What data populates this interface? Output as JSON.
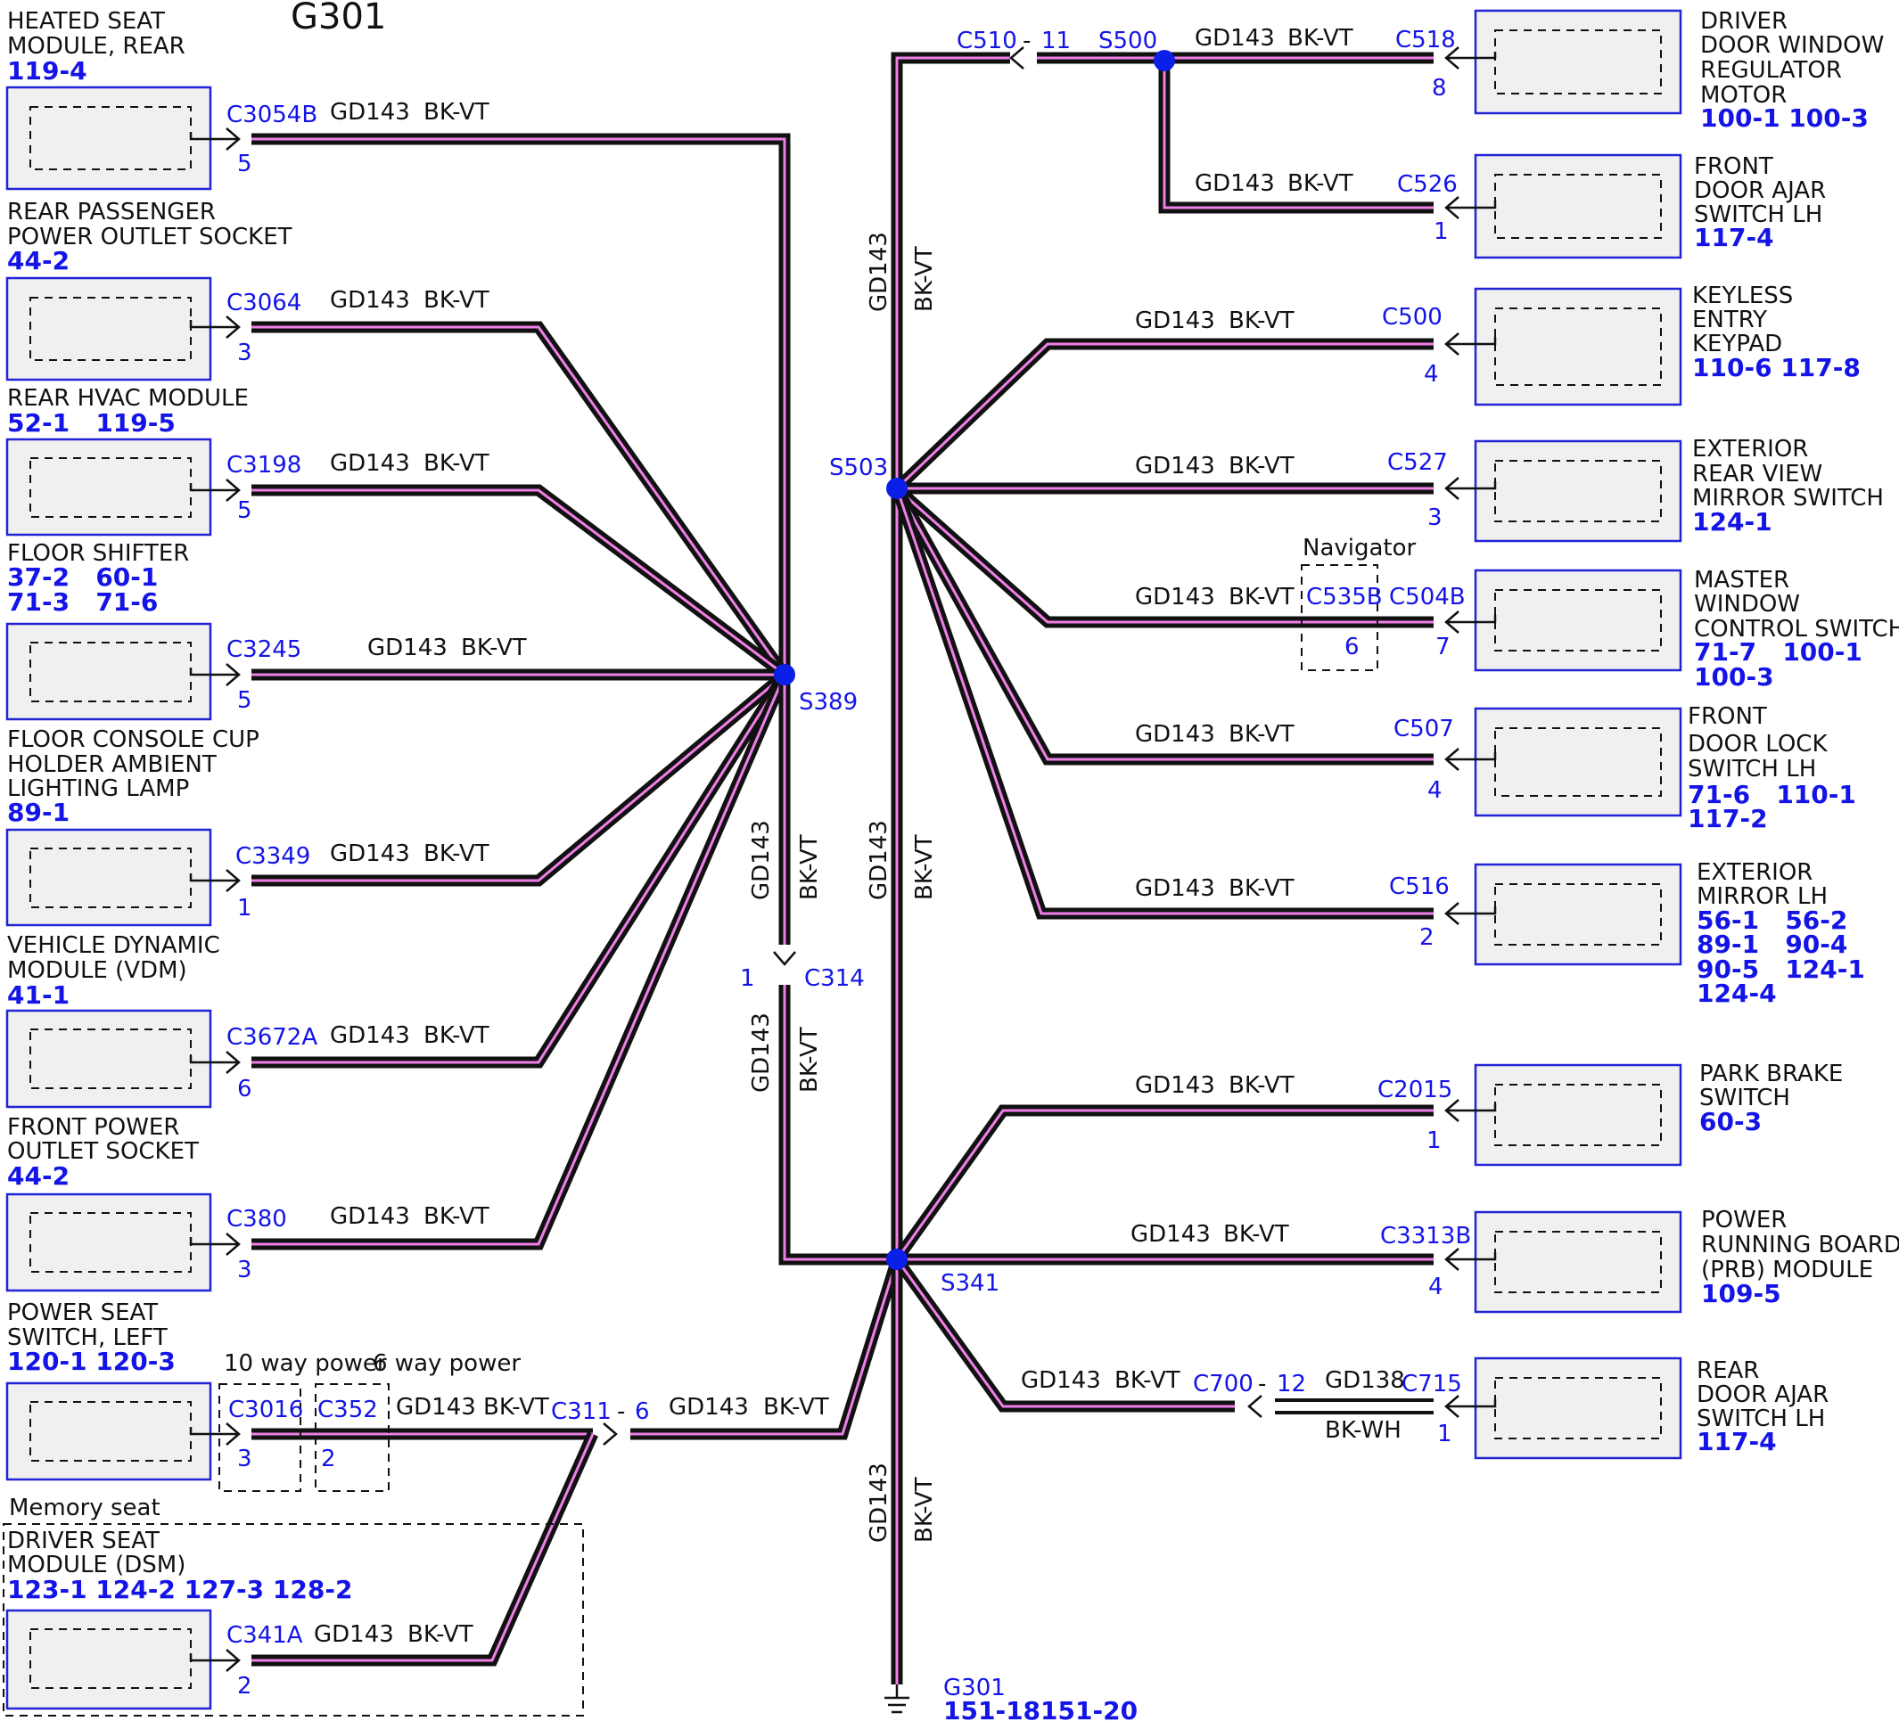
{
  "title": "G301",
  "components": [
    {
      "name": [
        "HEATED SEAT",
        "MODULE, REAR"
      ],
      "refs": "119-4",
      "connector": "C3054B",
      "pin": "5",
      "wire": "GD143",
      "color": "BK-VT"
    },
    {
      "name": [
        "REAR PASSENGER",
        "POWER OUTLET SOCKET"
      ],
      "refs": "44-2",
      "connector": "C3064",
      "pin": "3",
      "wire": "GD143",
      "color": "BK-VT"
    },
    {
      "name": [
        "REAR HVAC MODULE"
      ],
      "refs": "52-1   119-5",
      "connector": "C3198",
      "pin": "5",
      "wire": "GD143",
      "color": "BK-VT"
    },
    {
      "name": [
        "FLOOR SHIFTER"
      ],
      "refs": "37-2   60-1",
      "refs2": "71-3   71-6",
      "connector": "C3245",
      "pin": "5",
      "wire": "GD143",
      "color": "BK-VT"
    },
    {
      "name": [
        "FLOOR CONSOLE CUP",
        "HOLDER AMBIENT",
        "LIGHTING LAMP"
      ],
      "refs": "89-1",
      "connector": "C3349",
      "pin": "1",
      "wire": "GD143",
      "color": "BK-VT"
    },
    {
      "name": [
        "VEHICLE DYNAMIC",
        "MODULE (VDM)"
      ],
      "refs": "41-1",
      "connector": "C3672A",
      "pin": "6",
      "wire": "GD143",
      "color": "BK-VT"
    },
    {
      "name": [
        "FRONT POWER",
        "OUTLET SOCKET"
      ],
      "refs": "44-2",
      "connector": "C380",
      "pin": "3",
      "wire": "GD143",
      "color": "BK-VT"
    },
    {
      "name": [
        "POWER SEAT",
        "SWITCH, LEFT"
      ],
      "refs": "120-1 120-3",
      "connector": "C3016",
      "pin": "3",
      "connector_b": "C352",
      "pin_b": "2",
      "option_a": "10 way power",
      "option_b": "6 way power",
      "wire": "GD143 BK-VT",
      "inline": "C311",
      "inline_pin": "6",
      "wire2": "GD143",
      "color2": "BK-VT"
    },
    {
      "group": "Memory seat",
      "name": [
        "DRIVER SEAT",
        "MODULE (DSM)"
      ],
      "refs": "123-1 124-2 127-3 128-2",
      "connector": "C341A",
      "pin": "2",
      "wire": "GD143",
      "color": "BK-VT"
    },
    {
      "name": [
        "DRIVER",
        "DOOR WINDOW",
        "REGULATOR",
        "MOTOR"
      ],
      "refs": "100-1 100-3",
      "connector": "C518",
      "pin": "8",
      "wire": "GD143",
      "color": "BK-VT"
    },
    {
      "name": [
        "FRONT",
        "DOOR AJAR",
        "SWITCH LH"
      ],
      "refs": "117-4",
      "connector": "C526",
      "pin": "1",
      "wire": "GD143",
      "color": "BK-VT"
    },
    {
      "name": [
        "KEYLESS",
        "ENTRY",
        "KEYPAD"
      ],
      "refs": "110-6 117-8",
      "connector": "C500",
      "pin": "4",
      "wire": "GD143",
      "color": "BK-VT"
    },
    {
      "name": [
        "EXTERIOR",
        "REAR VIEW",
        "MIRROR SWITCH"
      ],
      "refs": "124-1",
      "connector": "C527",
      "pin": "3",
      "wire": "GD143",
      "color": "BK-VT"
    },
    {
      "name": [
        "MASTER",
        "WINDOW",
        "CONTROL SWITCH"
      ],
      "refs": "71-7   100-1",
      "refs2": "100-3",
      "connector": "C504B",
      "pin": "7",
      "nav_label": "Navigator",
      "nav_connector": "C535B",
      "nav_pin": "6",
      "wire": "GD143",
      "color": "BK-VT"
    },
    {
      "name": [
        "FRONT",
        "DOOR LOCK",
        "SWITCH LH"
      ],
      "refs": "71-6   110-1",
      "refs2": "117-2",
      "connector": "C507",
      "pin": "4",
      "wire": "GD143",
      "color": "BK-VT"
    },
    {
      "name": [
        "EXTERIOR",
        "MIRROR LH"
      ],
      "refs": "56-1   56-2",
      "refs2": "89-1   90-4",
      "refs3": "90-5   124-1",
      "refs4": "124-4",
      "connector": "C516",
      "pin": "2",
      "wire": "GD143",
      "color": "BK-VT"
    },
    {
      "name": [
        "PARK BRAKE",
        "SWITCH"
      ],
      "refs": "60-3",
      "connector": "C2015",
      "pin": "1",
      "wire": "GD143",
      "color": "BK-VT"
    },
    {
      "name": [
        "POWER",
        "RUNNING BOARD",
        "(PRB) MODULE"
      ],
      "refs": "109-5",
      "connector": "C3313B",
      "pin": "4",
      "wire": "GD143",
      "color": "BK-VT"
    },
    {
      "name": [
        "REAR",
        "DOOR AJAR",
        "SWITCH LH"
      ],
      "refs": "117-4",
      "connector": "C715",
      "pin": "1",
      "wire": "GD138",
      "color": "BK-WH",
      "inline": "C700",
      "inline_pin": "12",
      "wire2": "GD143",
      "color2": "BK-VT"
    }
  ],
  "splices": [
    "S500",
    "S503",
    "S389",
    "S341"
  ],
  "inline_connectors": [
    {
      "id": "C510",
      "pin": "11"
    },
    {
      "id": "C314",
      "pin": "1"
    }
  ],
  "trunk_wire": "GD143",
  "trunk_color": "BK-VT",
  "dash_sep": "-",
  "ground": {
    "id": "G301",
    "refs": "151-18151-20"
  }
}
